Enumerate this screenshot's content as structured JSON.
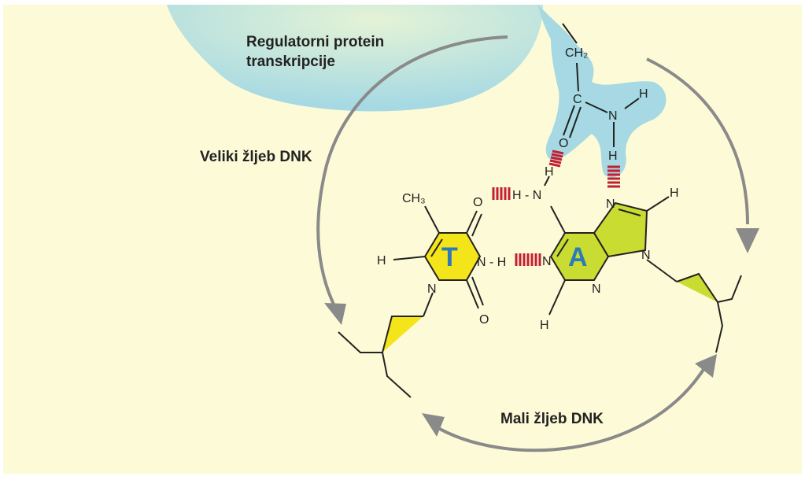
{
  "labels": {
    "protein_line1": "Regulatorni protein",
    "protein_line2": "transkripcije",
    "major_groove": "Veliki žljeb DNK",
    "minor_groove": "Mali žljeb DNK"
  },
  "bases": {
    "thymine": "T",
    "adenine": "A"
  },
  "atoms": {
    "ch2": "CH₂",
    "c": "C",
    "n_amide": "N",
    "h_amide_right": "H",
    "h_amide_bottom": "H",
    "o_amide": "O",
    "h_adenine_top": "H",
    "n_adenine_nh": "H - N",
    "n7": "N",
    "h8": "H",
    "n9": "N",
    "n1": "N",
    "n3": "N",
    "h2": "H",
    "ch3": "CH₃",
    "o4": "O",
    "nh3": "N - H",
    "h6": "H",
    "n1_t": "N",
    "o2": "O"
  },
  "colors": {
    "background": "#fdfbd7",
    "protein": "#a8dae3",
    "thymine_ring": "#f4e41a",
    "adenine_ring": "#c8dc32",
    "arrow": "#8a8a8a",
    "hbond": "#c22032",
    "letter": "#2d7ab8"
  }
}
